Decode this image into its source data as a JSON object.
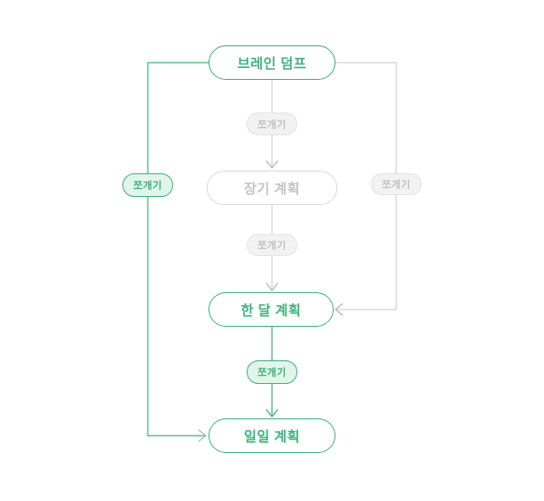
{
  "diagram": {
    "type": "flowchart",
    "direction": "top-down",
    "nodes": [
      {
        "id": "brain-dump",
        "label": "브레인 덤프",
        "style": "green"
      },
      {
        "id": "long-term-plan",
        "label": "장기 계획",
        "style": "gray"
      },
      {
        "id": "monthly-plan",
        "label": "한 달 계획",
        "style": "green"
      },
      {
        "id": "daily-plan",
        "label": "일일 계획",
        "style": "green"
      }
    ],
    "edge_labels": [
      {
        "id": "split-top",
        "label": "쪼개기",
        "style": "gray",
        "on_edge": "brain-dump → long-term-plan"
      },
      {
        "id": "split-left",
        "label": "쪼개기",
        "style": "green",
        "on_edge": "brain-dump → daily-plan"
      },
      {
        "id": "split-right",
        "label": "쪼개기",
        "style": "gray",
        "on_edge": "brain-dump → monthly-plan"
      },
      {
        "id": "split-mid",
        "label": "쪼개기",
        "style": "gray",
        "on_edge": "long-term-plan → monthly-plan"
      },
      {
        "id": "split-bottom",
        "label": "쪼개기",
        "style": "green",
        "on_edge": "monthly-plan → daily-plan"
      }
    ],
    "edges": [
      {
        "from": "brain-dump",
        "to": "long-term-plan",
        "color": "gray",
        "route": "straight-down"
      },
      {
        "from": "long-term-plan",
        "to": "monthly-plan",
        "color": "gray",
        "route": "straight-down"
      },
      {
        "from": "monthly-plan",
        "to": "daily-plan",
        "color": "green",
        "route": "straight-down"
      },
      {
        "from": "brain-dump",
        "to": "daily-plan",
        "color": "green",
        "route": "left-bypass"
      },
      {
        "from": "brain-dump",
        "to": "monthly-plan",
        "color": "gray",
        "route": "right-bypass"
      }
    ]
  },
  "colors": {
    "bg": "#ffffff",
    "green": "#3eb17c",
    "green_fill": "#e1f5ea",
    "gray_node_border": "#d8d8d8",
    "gray_node_text": "#c3c3c3",
    "gray_fill": "#f2f2f2",
    "gray_pill_border": "#e3e3e3",
    "gray_pill_text": "#c0c0c0",
    "edge_gray": "#d0d0d0",
    "arrow_gray": "#b3b3b3"
  }
}
